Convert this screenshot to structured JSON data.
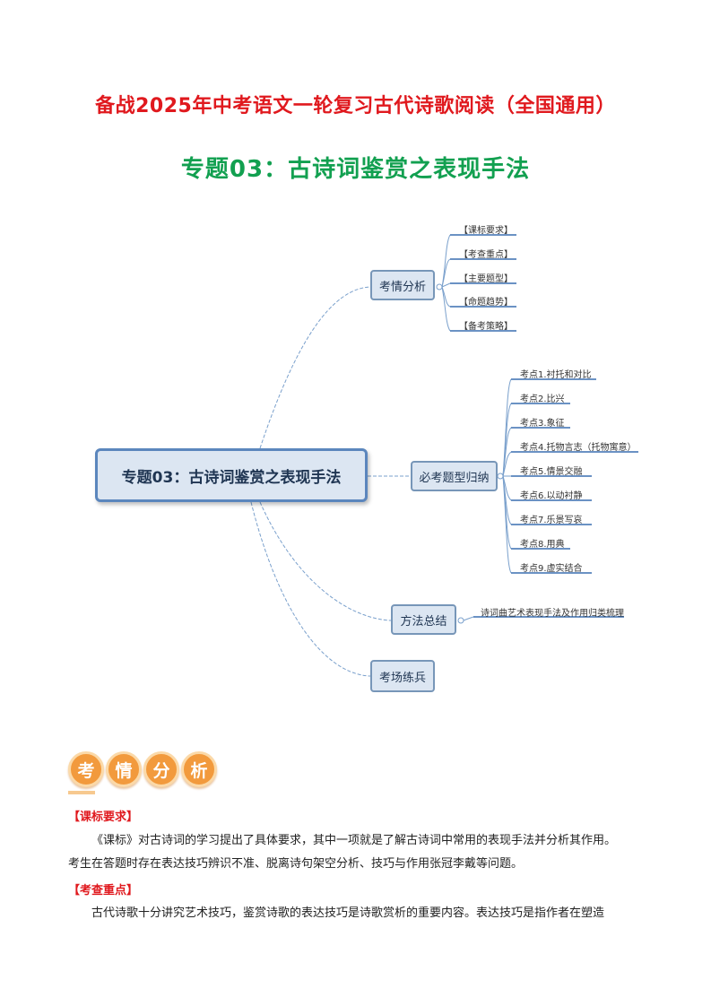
{
  "title": "备战2025年中考语文一轮复习古代诗歌阅读（全国通用）",
  "subtitle": "专题03：古诗词鉴赏之表现手法",
  "mindmap": {
    "central": "专题03：古诗词鉴赏之表现手法",
    "branches": [
      {
        "label": "考情分析",
        "children": [
          "【课标要求】",
          "【考查重点】",
          "【主要题型】",
          "【命题趋势】",
          "【备考策略】"
        ]
      },
      {
        "label": "必考题型归纳",
        "children": [
          "考点1.衬托和对比",
          "考点2.比兴",
          "考点3.象征",
          "考点4.托物言志（托物寓意）",
          "考点5.情景交融",
          "考点6.以动衬静",
          "考点7.乐景写哀",
          "考点8.用典",
          "考点9.虚实结合"
        ]
      },
      {
        "label": "方法总结",
        "children": [
          "诗词曲艺术表现手法及作用归类梳理"
        ]
      },
      {
        "label": "考场练兵",
        "children": []
      }
    ]
  },
  "section": {
    "banner_chars": [
      "考",
      "情",
      "分",
      "析"
    ],
    "heading1": "【课标要求】",
    "para1_line1": "《课标》对古诗词的学习提出了具体要求，其中一项就是了解古诗词中常用的表现手法并分析其作用。",
    "para1_line2": "考生在答题时存在表达技巧辨识不准、脱离诗句架空分析、技巧与作用张冠李戴等问题。",
    "heading2": "【考查重点】",
    "para2_line1": "古代诗歌十分讲究艺术技巧，鉴赏诗歌的表达技巧是诗歌赏析的重要内容。表达技巧是指作者在塑造"
  },
  "colors": {
    "title_red": "#e0191e",
    "title_green": "#12a050",
    "node_fill": "#dce6f2",
    "node_border": "#7796b8",
    "banner_orange": "#f29a3d"
  }
}
